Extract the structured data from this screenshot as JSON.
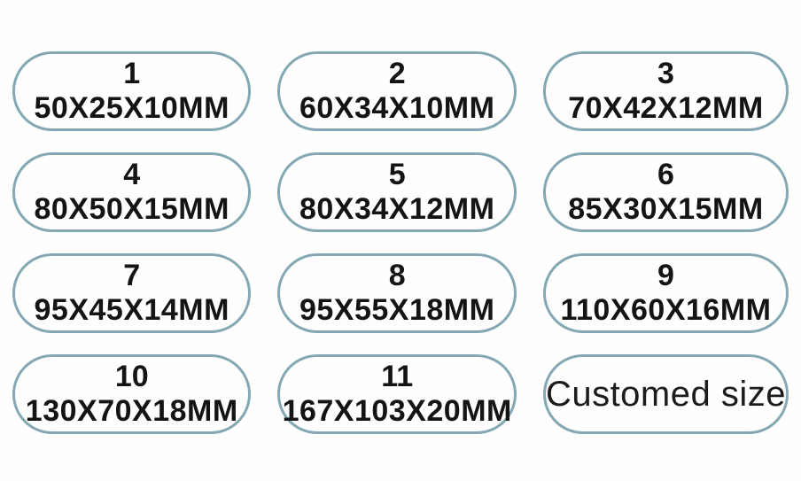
{
  "page": {
    "background_color": "#fefefe",
    "pill_border_color": "#83a8b4",
    "text_color": "#141414"
  },
  "sizes": [
    {
      "number": "1",
      "dimension": "50X25X10MM"
    },
    {
      "number": "2",
      "dimension": "60X34X10MM"
    },
    {
      "number": "3",
      "dimension": "70X42X12MM"
    },
    {
      "number": "4",
      "dimension": "80X50X15MM"
    },
    {
      "number": "5",
      "dimension": "80X34X12MM"
    },
    {
      "number": "6",
      "dimension": "85X30X15MM"
    },
    {
      "number": "7",
      "dimension": "95X45X14MM"
    },
    {
      "number": "8",
      "dimension": "95X55X18MM"
    },
    {
      "number": "9",
      "dimension": "110X60X16MM"
    },
    {
      "number": "10",
      "dimension": "130X70X18MM"
    },
    {
      "number": "11",
      "dimension": "167X103X20MM"
    }
  ],
  "custom": {
    "label": "Customed size"
  }
}
